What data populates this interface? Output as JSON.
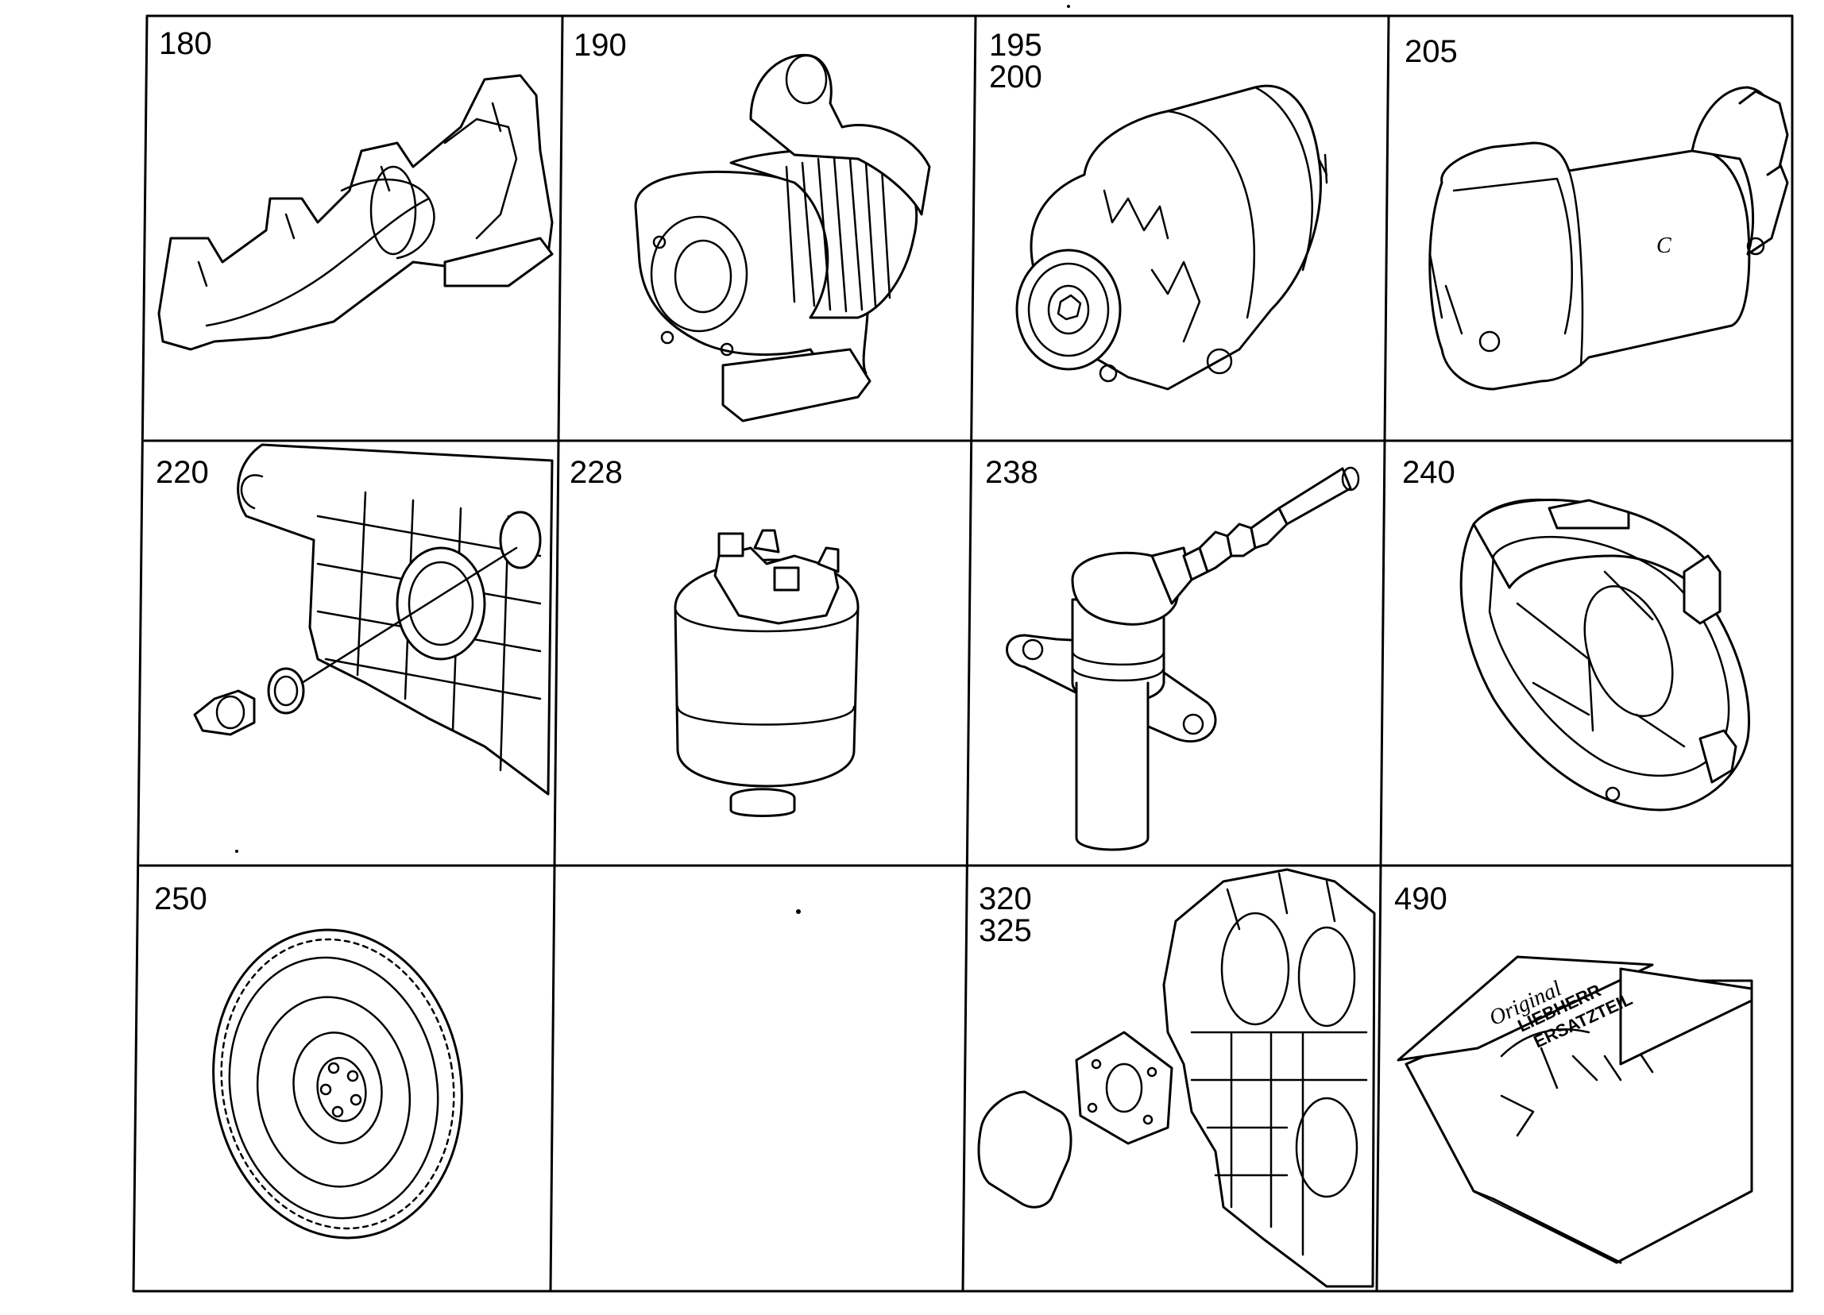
{
  "grid": {
    "cells": [
      {
        "id": "c180",
        "labels": [
          "180"
        ],
        "part": "exhaust-manifold"
      },
      {
        "id": "c190",
        "labels": [
          "190"
        ],
        "part": "turbocharger"
      },
      {
        "id": "c195",
        "labels": [
          "195",
          "200"
        ],
        "part": "alternator"
      },
      {
        "id": "c205",
        "labels": [
          "205"
        ],
        "part": "starter-motor"
      },
      {
        "id": "c220",
        "labels": [
          "220"
        ],
        "part": "crankcase-seal"
      },
      {
        "id": "c228",
        "labels": [
          "228"
        ],
        "part": "pressure-switch"
      },
      {
        "id": "c238",
        "labels": [
          "238"
        ],
        "part": "speed-sensor"
      },
      {
        "id": "c240",
        "labels": [
          "240"
        ],
        "part": "flywheel-housing"
      },
      {
        "id": "c250",
        "labels": [
          "250"
        ],
        "part": "flywheel"
      },
      {
        "id": "c_empty",
        "labels": [],
        "part": ""
      },
      {
        "id": "c320",
        "labels": [
          "320",
          "325"
        ],
        "part": "cover-and-gasket"
      },
      {
        "id": "c490",
        "labels": [
          "490"
        ],
        "part": "spare-parts-box"
      }
    ]
  },
  "starter_mark": "C",
  "box_print": {
    "line1": "Original",
    "line2": "LIEBHERR",
    "line3": "ERSATZTEIL"
  }
}
